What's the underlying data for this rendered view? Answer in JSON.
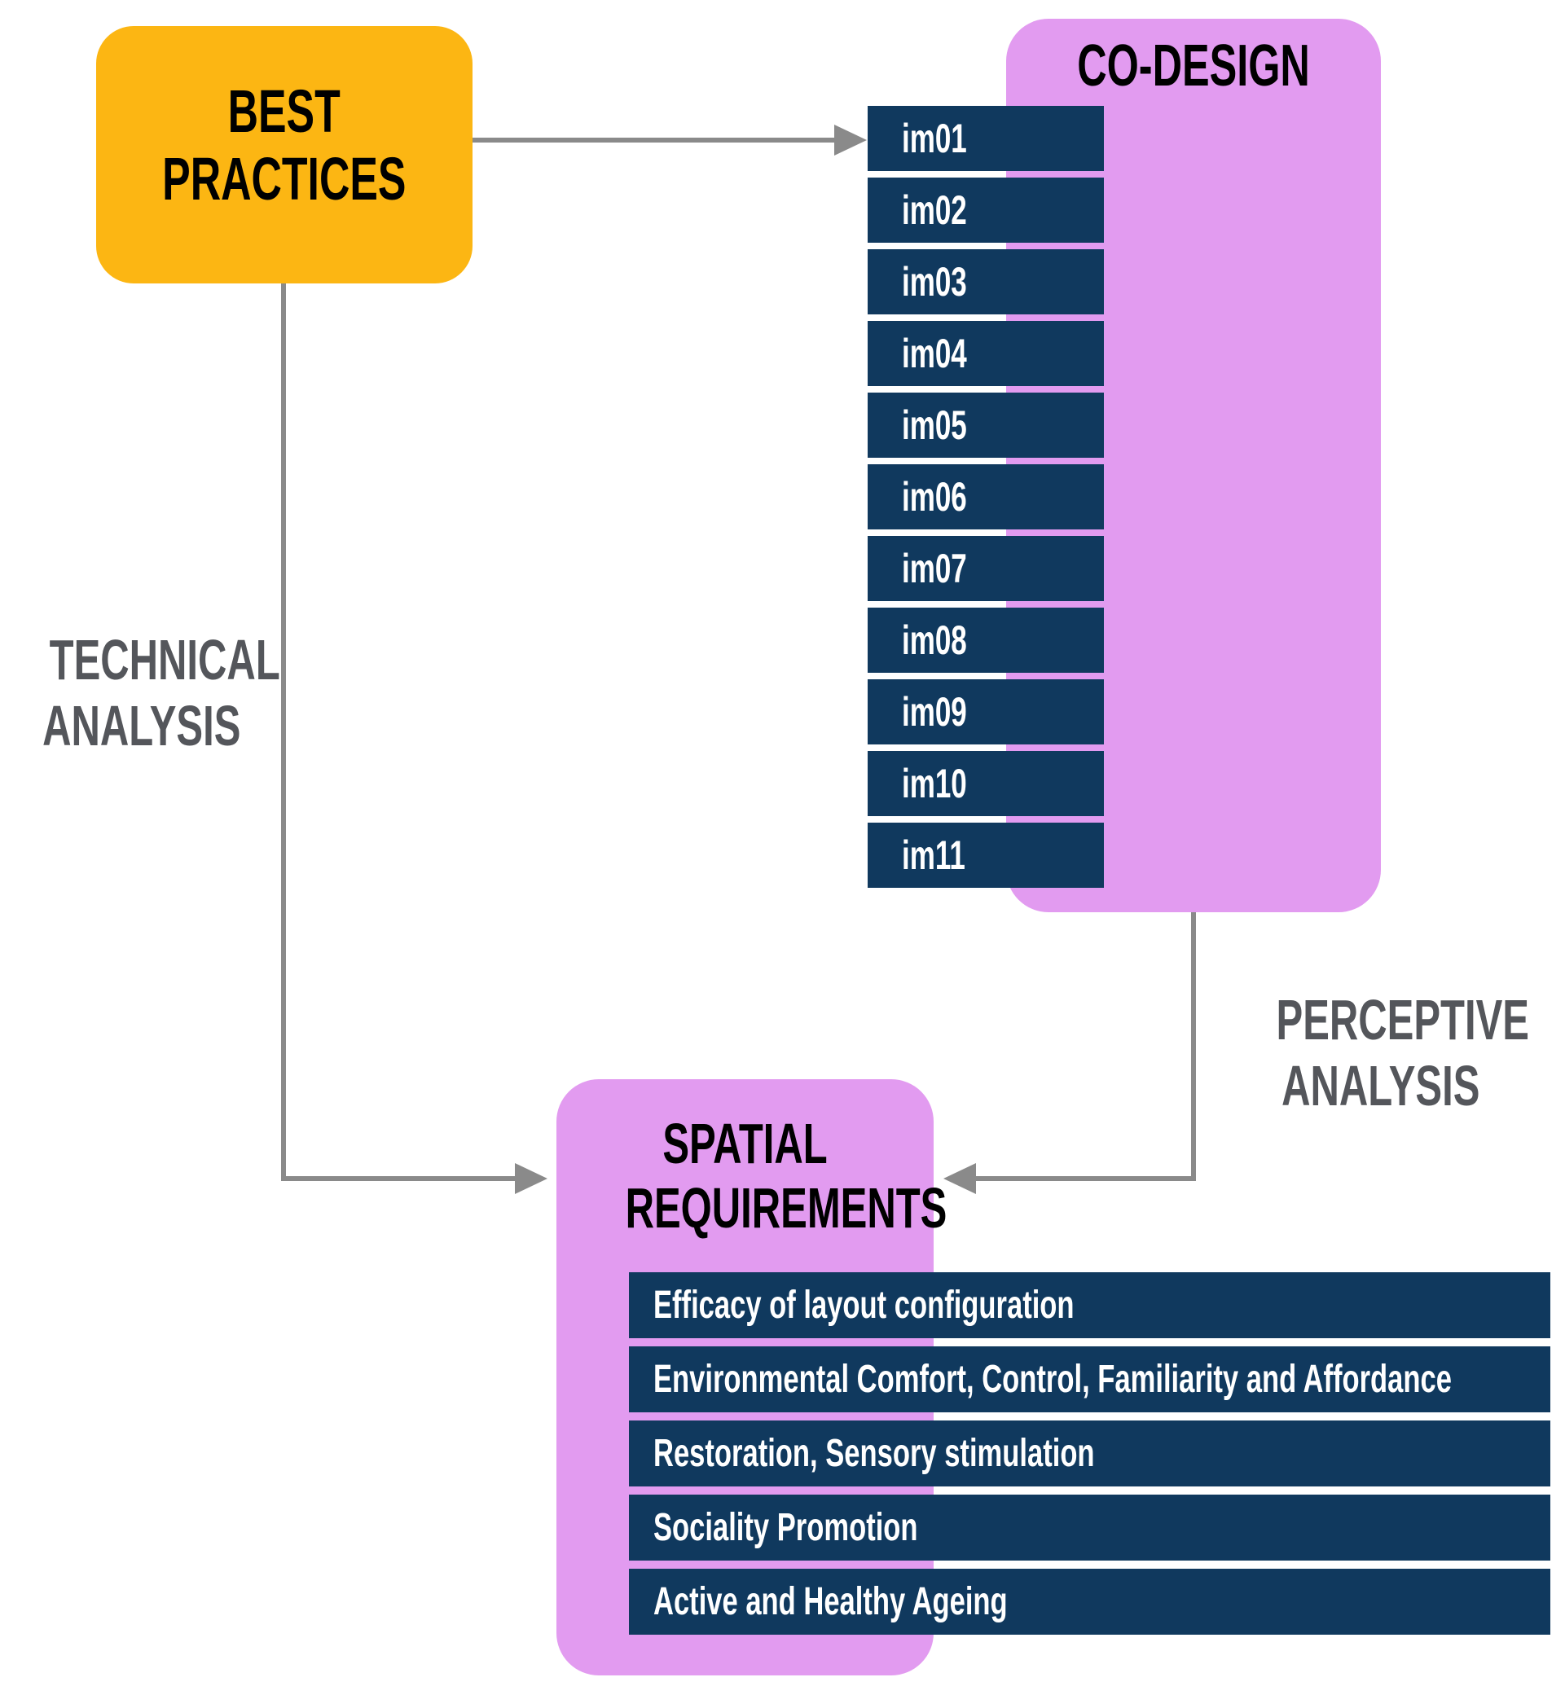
{
  "diagram": {
    "best_practices": {
      "line1": "BEST",
      "line2": "PRACTICES"
    },
    "co_design": {
      "title": "CO-DESIGN",
      "images": [
        "im01",
        "im02",
        "im03",
        "im04",
        "im05",
        "im06",
        "im07",
        "im08",
        "im09",
        "im10",
        "im11"
      ]
    },
    "spatial_requirements": {
      "line1": "SPATIAL",
      "line2": "REQUIREMENTS",
      "requirements": [
        "Efficacy of layout configuration",
        "Environmental Comfort, Control, Familiarity and Affordance",
        "Restoration, Sensory stimulation",
        "Sociality Promotion",
        "Active and Healthy Ageing"
      ]
    },
    "edge_labels": {
      "technical": {
        "line1": "TECHNICAL",
        "line2": "ANALYSIS"
      },
      "perceptive": {
        "line1": "PERCEPTIVE",
        "line2": "ANALYSIS"
      }
    }
  },
  "colors": {
    "background": "#FFFFFF",
    "best_practices_fill": "#FCB613",
    "panel_fill": "#E29BF0",
    "bar_fill": "#10395E",
    "bar_text": "#FFFFFF",
    "node_title_text": "#000000",
    "arrow": "#8A8A8A",
    "edge_label_text": "#54565B"
  }
}
